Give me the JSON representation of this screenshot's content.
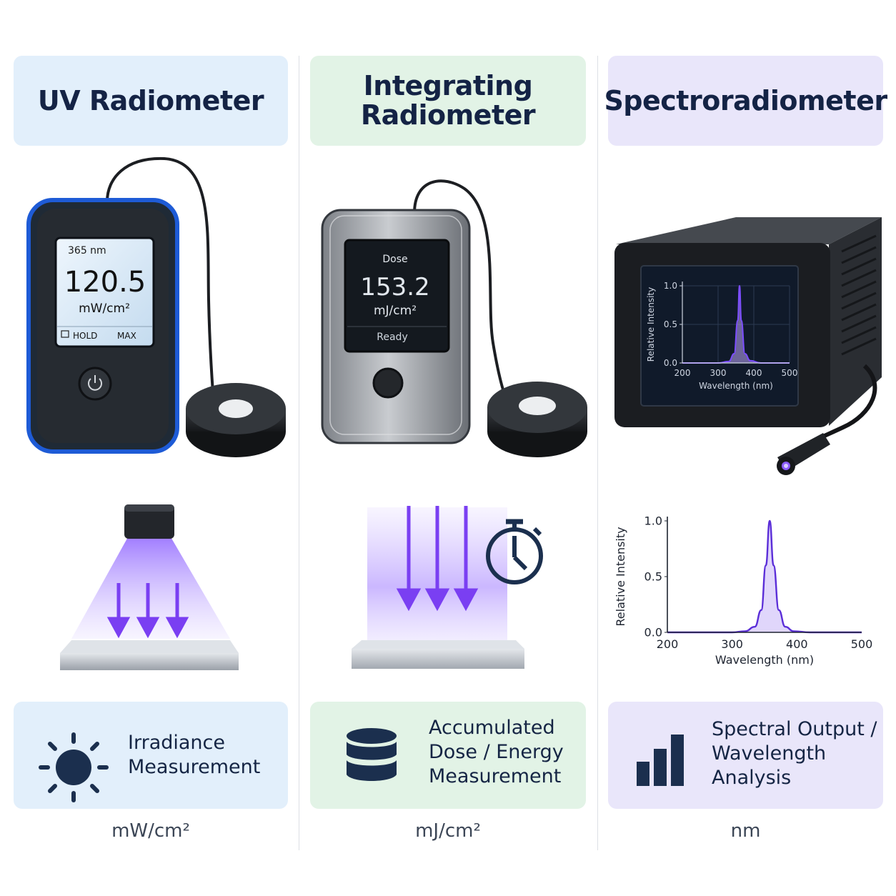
{
  "columns": [
    {
      "title_lines": [
        "UV Radiometer"
      ],
      "feature_lines": [
        "Irradiance",
        "Measurement"
      ],
      "unit": "mW/cm²",
      "feature_icon": "sun-icon",
      "device": {
        "wavelength": "365 nm",
        "reading": "120.5",
        "reading_unit": "mW/cm²",
        "hold_label": "HOLD",
        "max_label": "MAX"
      }
    },
    {
      "title_lines": [
        "Integrating",
        "Radiometer"
      ],
      "feature_lines": [
        "Accumulated",
        "Dose / Energy",
        "Measurement"
      ],
      "unit": "mJ/cm²",
      "feature_icon": "database-icon",
      "device": {
        "label": "Dose",
        "reading": "153.2",
        "reading_unit": "mJ/cm²",
        "status": "Ready"
      }
    },
    {
      "title_lines": [
        "Spectroradiometer"
      ],
      "feature_lines": [
        "Spectral Output /",
        "Wavelength",
        "Analysis"
      ],
      "unit": "nm",
      "feature_icon": "bar-chart-icon"
    }
  ],
  "chart_data": [
    {
      "type": "line",
      "context": "spectroradiometer-screen",
      "x": [
        200,
        300,
        330,
        345,
        355,
        360,
        365,
        375,
        390,
        420,
        500
      ],
      "y": [
        0.0,
        0.0,
        0.02,
        0.12,
        0.55,
        1.0,
        0.55,
        0.12,
        0.03,
        0.0,
        0.0
      ],
      "xlabel": "Wavelength (nm)",
      "ylabel": "Relative Intensity",
      "xlim": [
        200,
        500
      ],
      "ylim": [
        0,
        1
      ],
      "x_ticks": [
        "200",
        "300",
        "400",
        "500"
      ],
      "y_ticks": [
        "0.0",
        "0.5",
        "1.0"
      ],
      "line_color": "#7c4dff",
      "fill_color": "#b9a4f5",
      "grid": true
    },
    {
      "type": "line",
      "context": "spectral-output-diagram",
      "x": [
        200,
        300,
        320,
        335,
        345,
        352,
        358,
        364,
        372,
        382,
        395,
        420,
        500
      ],
      "y": [
        0.0,
        0.0,
        0.01,
        0.05,
        0.2,
        0.6,
        1.0,
        0.6,
        0.2,
        0.05,
        0.01,
        0.0,
        0.0
      ],
      "xlabel": "Wavelength (nm)",
      "ylabel": "Relative Intensity",
      "xlim": [
        200,
        500
      ],
      "ylim": [
        0,
        1
      ],
      "x_ticks": [
        "200",
        "300",
        "400",
        "500"
      ],
      "y_ticks": [
        "0.0",
        "0.5",
        "1.0"
      ],
      "line_color": "#5b2ed8",
      "fill_color": "#ddd2fb",
      "grid": false
    }
  ],
  "colors": {
    "title_text": "#142345",
    "blue_panel": "#e2effb",
    "green_panel": "#e2f3e6",
    "purple_panel": "#e9e6fa",
    "uv_purple": "#7c4dff",
    "icon_navy": "#1b2f4e"
  }
}
